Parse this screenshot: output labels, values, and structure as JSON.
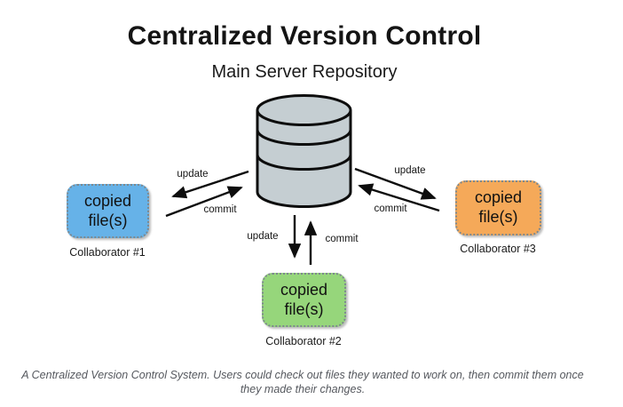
{
  "title": "Centralized Version Control",
  "server": {
    "label": "Main Server Repository"
  },
  "collaborators": [
    {
      "box_label": "copied file(s)",
      "name": "Collaborator #1",
      "box_color": "#66b2e8"
    },
    {
      "box_label": "copied file(s)",
      "name": "Collaborator #2",
      "box_color": "#96d67b"
    },
    {
      "box_label": "copied file(s)",
      "name": "Collaborator #3",
      "box_color": "#f5a959"
    }
  ],
  "arrows": [
    {
      "id": "collaborator1-update",
      "label": "update",
      "from": "server",
      "to": "collaborator1"
    },
    {
      "id": "collaborator1-commit",
      "label": "commit",
      "from": "collaborator1",
      "to": "server"
    },
    {
      "id": "collaborator2-update",
      "label": "update",
      "from": "server",
      "to": "collaborator2"
    },
    {
      "id": "collaborator2-commit",
      "label": "commit",
      "from": "collaborator2",
      "to": "server"
    },
    {
      "id": "collaborator3-update",
      "label": "update",
      "from": "server",
      "to": "collaborator3"
    },
    {
      "id": "collaborator3-commit",
      "label": "commit",
      "from": "collaborator3",
      "to": "server"
    }
  ],
  "caption": "A Centralized Version Control System. Users could check out files they wanted to work on, then commit them once they made their changes.",
  "colors": {
    "cylinder_fill": "#c5ced2",
    "outline": "#0d0d0d",
    "caption_text": "#55585e"
  }
}
